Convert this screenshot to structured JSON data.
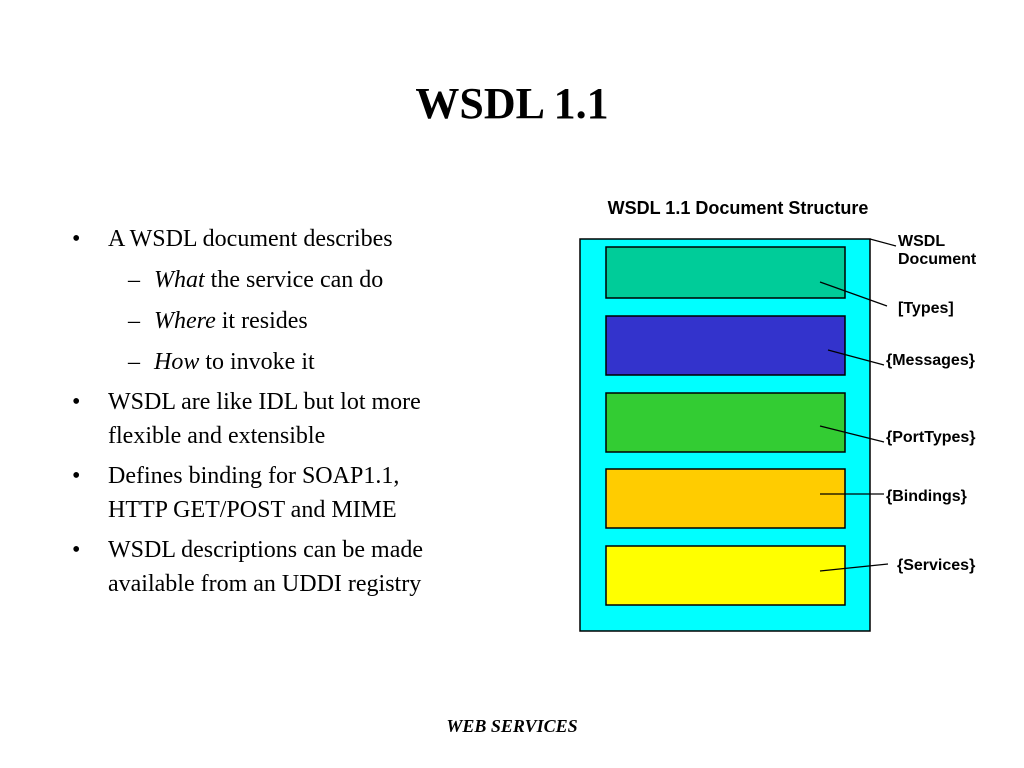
{
  "slide": {
    "title": "WSDL 1.1",
    "footer": "WEB SERVICES"
  },
  "bullets": [
    {
      "text": "A WSDL document describes",
      "subitems": [
        {
          "emphasis": "What",
          "rest": " the service can do"
        },
        {
          "emphasis": "Where",
          "rest": " it resides"
        },
        {
          "emphasis": "How",
          "rest": " to invoke it"
        }
      ]
    },
    {
      "text": "WSDL are like IDL but lot more\nflexible and extensible"
    },
    {
      "text": "Defines binding for SOAP1.1,\nHTTP GET/POST and MIME"
    },
    {
      "text": "WSDL descriptions can be made\navailable from an UDDI registry"
    }
  ],
  "markers": {
    "bullet": "•",
    "dash": "–"
  },
  "diagram": {
    "title": "WSDL 1.1 Document Structure",
    "document_label_line1": "WSDL",
    "document_label_line2": "Document",
    "document_color": "#00ffff",
    "sections": [
      {
        "label": "[Types]",
        "color": "#00cc99"
      },
      {
        "label": "{Messages}",
        "color": "#3333cc"
      },
      {
        "label": "{PortTypes}",
        "color": "#33cc33"
      },
      {
        "label": "{Bindings}",
        "color": "#ffcc00"
      },
      {
        "label": "{Services}",
        "color": "#ffff00"
      }
    ]
  }
}
